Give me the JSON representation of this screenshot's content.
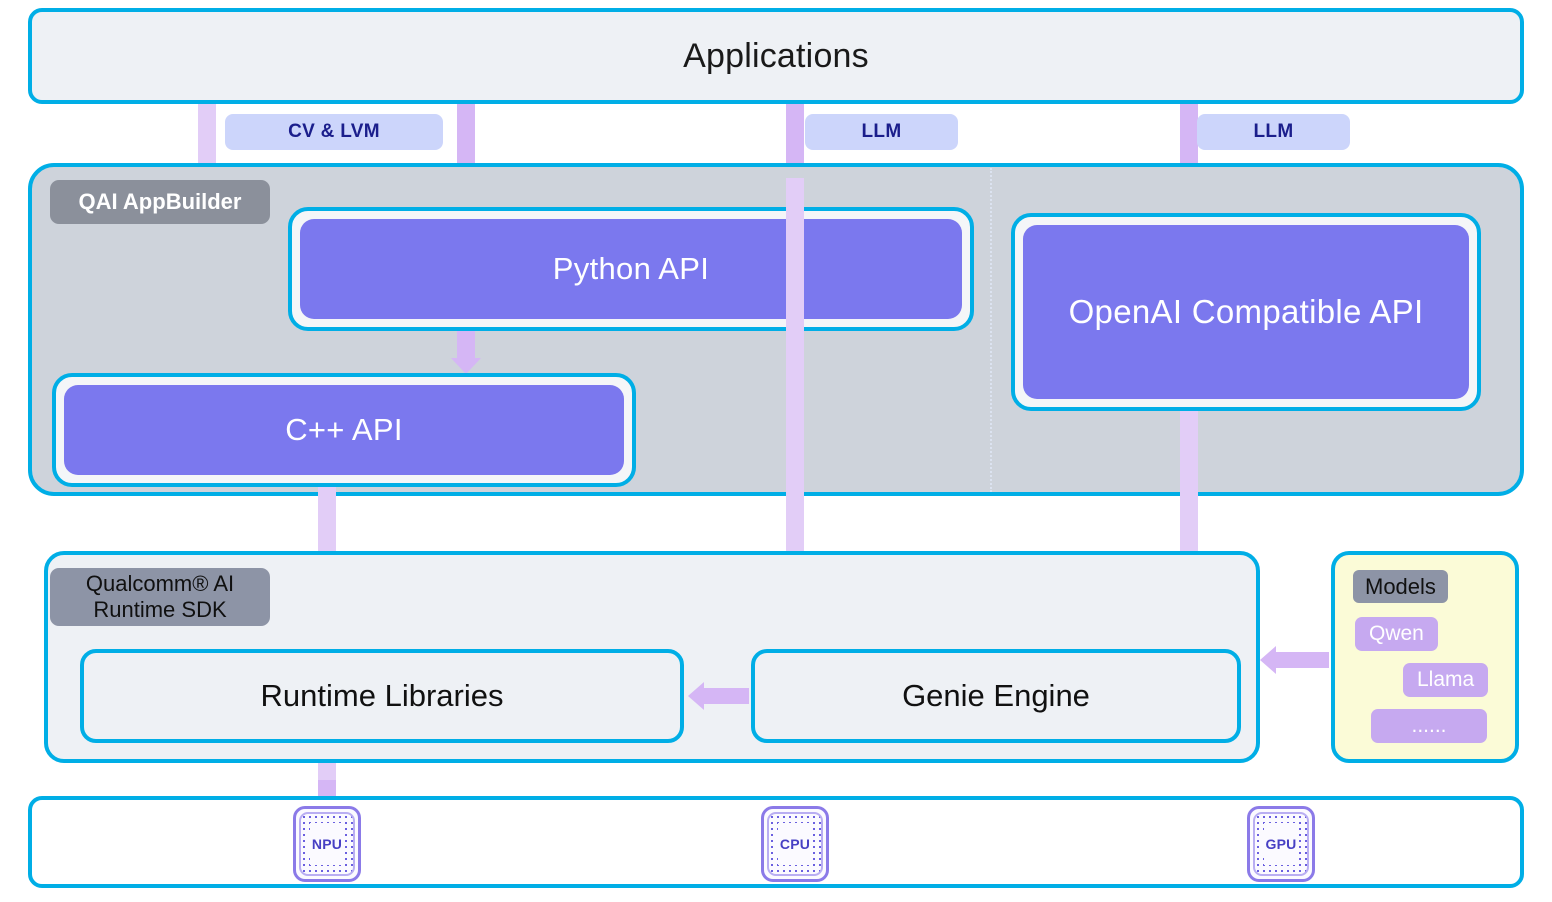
{
  "diagram": {
    "title": "QAI AppBuilder architecture stack",
    "colors": {
      "accent_cyan": "#00aee6",
      "api_purple": "#7b78ee",
      "arrow_lavender": "#d5b6f5",
      "panel_grey": "#ced3db",
      "panel_light": "#eef1f5",
      "models_yellow": "#fbfbd7",
      "tag_blue": "#ccd5fb",
      "chip_grey": "#8d94a6"
    }
  },
  "applications": {
    "label": "Applications"
  },
  "protocol_tags": [
    {
      "label": "CV & LVM"
    },
    {
      "label": "LLM"
    },
    {
      "label": "LLM"
    }
  ],
  "appbuilder": {
    "section_label": "QAI AppBuilder",
    "boxes": [
      {
        "label": "Python API"
      },
      {
        "label": "C++ API"
      },
      {
        "label": "OpenAI Compatible API"
      }
    ]
  },
  "runtime_sdk": {
    "section_label_line1": "Qualcomm® AI",
    "section_label_line2": "Runtime SDK",
    "boxes": [
      {
        "label": "Runtime Libraries"
      },
      {
        "label": "Genie Engine"
      }
    ]
  },
  "models": {
    "title": "Models",
    "items": [
      {
        "label": "Qwen"
      },
      {
        "label": "Llama"
      },
      {
        "label": "......"
      }
    ]
  },
  "hardware": {
    "units": [
      {
        "label": "NPU"
      },
      {
        "label": "CPU"
      },
      {
        "label": "GPU"
      }
    ]
  }
}
